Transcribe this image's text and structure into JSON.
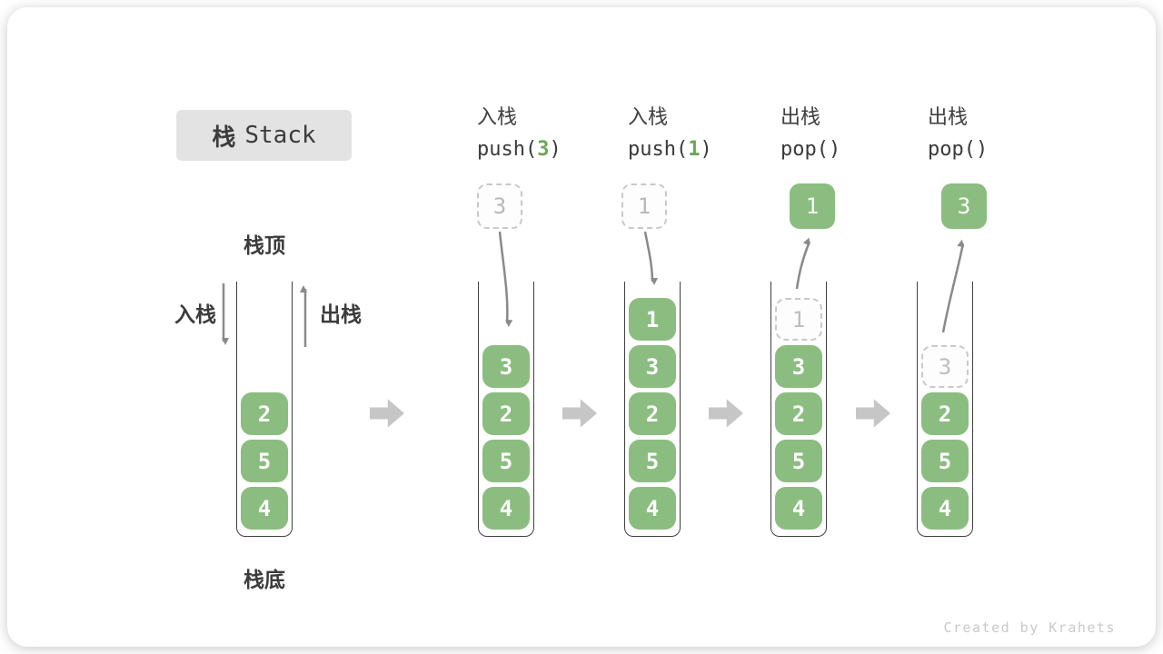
{
  "title": {
    "zh": "栈",
    "en": "Stack"
  },
  "annotations": {
    "stack_top": "栈顶",
    "stack_bottom": "栈底",
    "push_side": "入栈",
    "pop_side": "出栈"
  },
  "operations": [
    {
      "label": "入栈",
      "fn": "push(",
      "arg": "3",
      "close": ")"
    },
    {
      "label": "入栈",
      "fn": "push(",
      "arg": "1",
      "close": ")"
    },
    {
      "label": "出栈",
      "fn": "pop(",
      "arg": "",
      "close": ")"
    },
    {
      "label": "出栈",
      "fn": "pop(",
      "arg": "",
      "close": ")"
    }
  ],
  "floating_boxes": [
    {
      "value": "3",
      "style": "ghost"
    },
    {
      "value": "1",
      "style": "ghost"
    },
    {
      "value": "1",
      "style": "solid"
    },
    {
      "value": "3",
      "style": "solid"
    }
  ],
  "stacks": [
    {
      "blocks": [
        {
          "value": "2",
          "style": "solid"
        },
        {
          "value": "5",
          "style": "solid"
        },
        {
          "value": "4",
          "style": "solid"
        }
      ]
    },
    {
      "blocks": [
        {
          "value": "3",
          "style": "solid"
        },
        {
          "value": "2",
          "style": "solid"
        },
        {
          "value": "5",
          "style": "solid"
        },
        {
          "value": "4",
          "style": "solid"
        }
      ]
    },
    {
      "blocks": [
        {
          "value": "1",
          "style": "solid"
        },
        {
          "value": "3",
          "style": "solid"
        },
        {
          "value": "2",
          "style": "solid"
        },
        {
          "value": "5",
          "style": "solid"
        },
        {
          "value": "4",
          "style": "solid"
        }
      ]
    },
    {
      "blocks": [
        {
          "value": "1",
          "style": "ghost"
        },
        {
          "value": "3",
          "style": "solid"
        },
        {
          "value": "2",
          "style": "solid"
        },
        {
          "value": "5",
          "style": "solid"
        },
        {
          "value": "4",
          "style": "solid"
        }
      ]
    },
    {
      "blocks": [
        {
          "value": "3",
          "style": "ghost"
        },
        {
          "value": "2",
          "style": "solid"
        },
        {
          "value": "5",
          "style": "solid"
        },
        {
          "value": "4",
          "style": "solid"
        }
      ]
    }
  ],
  "colors": {
    "block_green": "#8bbd80",
    "code_arg_green": "#6ba758",
    "thin_arrow_gray": "#8a8a8a",
    "step_arrow_gray": "#c6c6c6",
    "ghost_gray": "#c9c9c9",
    "text_dark": "#3c3c3c",
    "title_bg": "#e3e3e3"
  },
  "footer": {
    "credit": "Created by Krahets"
  }
}
